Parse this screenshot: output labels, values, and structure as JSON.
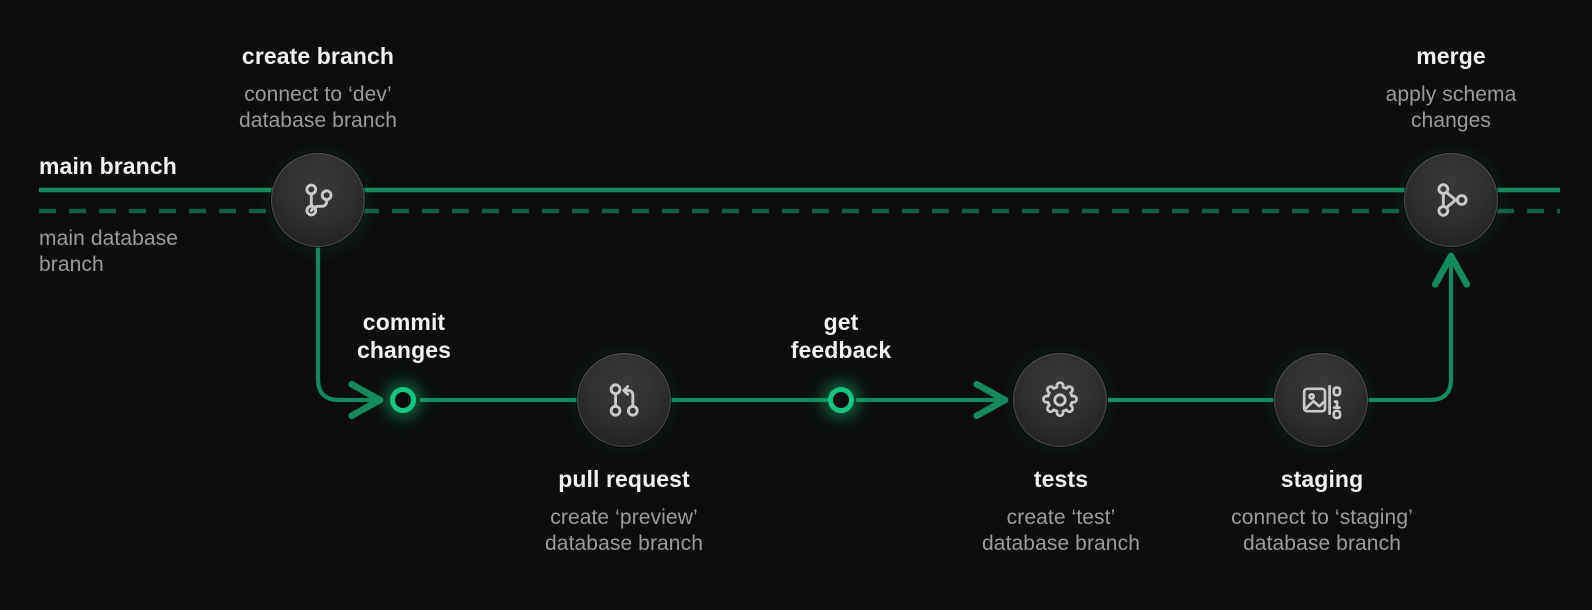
{
  "diagram": {
    "title": "git branch workflow with database branching",
    "background_color": "#0d0d0d",
    "accent_green": "#15c47e",
    "line_green": "#128a5c",
    "dash_green": "#0f5c3f"
  },
  "main_track": {
    "branch_label": "main branch",
    "database_label": "main database\nbranch"
  },
  "nodes": [
    {
      "id": "create-branch",
      "title": "create branch",
      "subtitle": "connect to ‘dev’\ndatabase branch",
      "icon": "git-branch-icon",
      "kind": "circle"
    },
    {
      "id": "merge",
      "title": "merge",
      "subtitle": "apply schema\nchanges",
      "icon": "git-merge-icon",
      "kind": "circle"
    },
    {
      "id": "commit-changes",
      "title": "commit\nchanges",
      "subtitle": "",
      "icon": "commit-dot-icon",
      "kind": "ring"
    },
    {
      "id": "pull-request",
      "title": "pull request",
      "subtitle": "create ‘preview’\ndatabase branch",
      "icon": "git-pull-request-icon",
      "kind": "circle"
    },
    {
      "id": "get-feedback",
      "title": "get\nfeedback",
      "subtitle": "",
      "icon": "feedback-dot-icon",
      "kind": "ring"
    },
    {
      "id": "tests",
      "title": "tests",
      "subtitle": "create ‘test’\ndatabase branch",
      "icon": "gear-icon",
      "kind": "circle"
    },
    {
      "id": "staging",
      "title": "staging",
      "subtitle": "connect to ‘staging’\ndatabase branch",
      "icon": "image-binary-icon",
      "kind": "circle"
    }
  ]
}
